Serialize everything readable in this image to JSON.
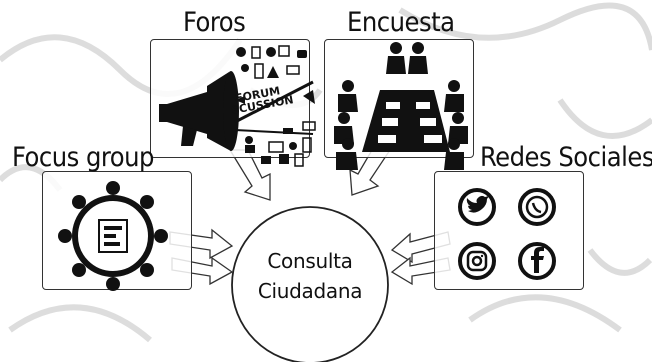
{
  "nodes": {
    "foros": "Foros",
    "encuesta": "Encuesta",
    "focus_group": "Focus group",
    "redes_sociales": "Redes Sociales",
    "center_line1": "Consulta",
    "center_line2": "Ciudadana"
  },
  "megaphone_text": {
    "line1": "FORUM",
    "line2": "SCUSSION"
  },
  "icons": {
    "foros_image": "megaphone-icon",
    "encuesta_image": "meeting-table-icon",
    "focus_group_image": "circle-of-people-icon",
    "social": [
      "twitter-icon",
      "whatsapp-icon",
      "instagram-icon",
      "facebook-icon"
    ]
  },
  "colors": {
    "ink": "#111111",
    "background_pattern": "#d6d6d6"
  }
}
